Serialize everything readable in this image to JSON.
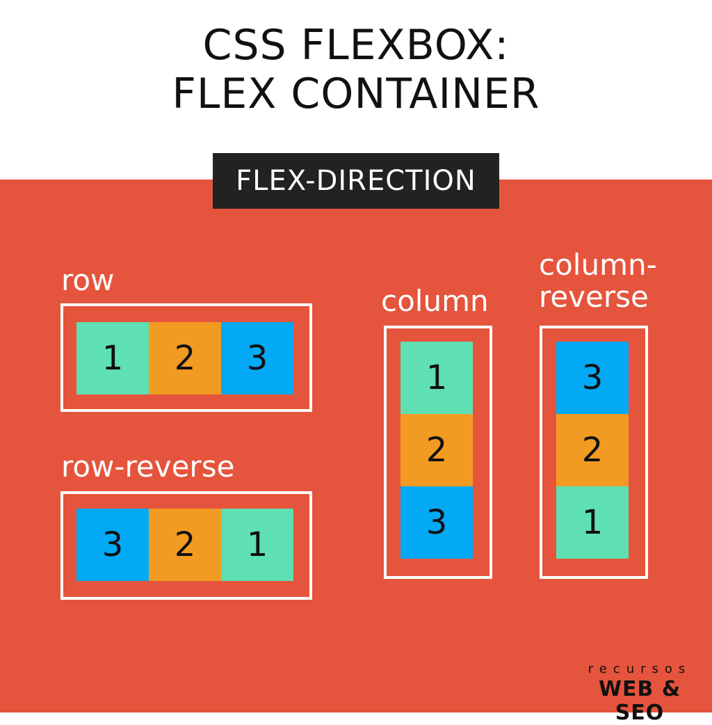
{
  "title": {
    "line1": "CSS FLEXBOX:",
    "line2": "FLEX CONTAINER"
  },
  "badge": "FLEX-DIRECTION",
  "colors": {
    "background": "#e5543c",
    "item_1": "#5ee0b3",
    "item_2": "#f29b22",
    "item_3": "#03a9f4",
    "badge": "#222222"
  },
  "examples": {
    "row": {
      "label": "row",
      "items": [
        "1",
        "2",
        "3"
      ]
    },
    "row_reverse": {
      "label": "row-reverse",
      "items": [
        "3",
        "2",
        "1"
      ]
    },
    "column": {
      "label": "column",
      "items": [
        "1",
        "2",
        "3"
      ]
    },
    "column_reverse": {
      "label_line1": "column-",
      "label_line2": "reverse",
      "items": [
        "3",
        "2",
        "1"
      ]
    }
  },
  "logo": {
    "line1": "recursos",
    "line2": "WEB & SEO"
  }
}
